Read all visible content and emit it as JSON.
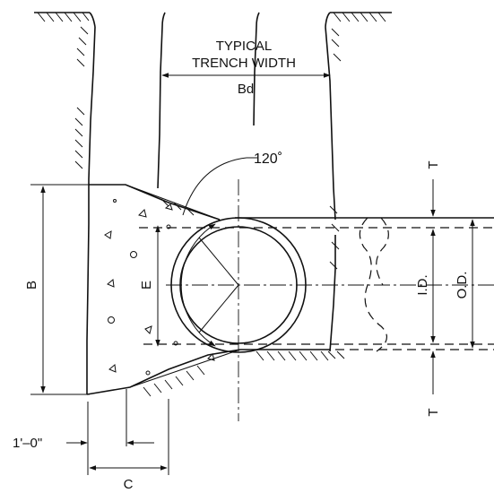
{
  "labels": {
    "trench_width_line1": "TYPICAL",
    "trench_width_line2": "TRENCH WIDTH",
    "trench_width_symbol": "Bd",
    "angle": "120˚",
    "dim_B": "B",
    "dim_E": "E",
    "dim_ID": "I.D.",
    "dim_OD": "O.D.",
    "dim_T_top": "T",
    "dim_T_bottom": "T",
    "dim_offset": "1'–0\"",
    "dim_C": "C"
  }
}
